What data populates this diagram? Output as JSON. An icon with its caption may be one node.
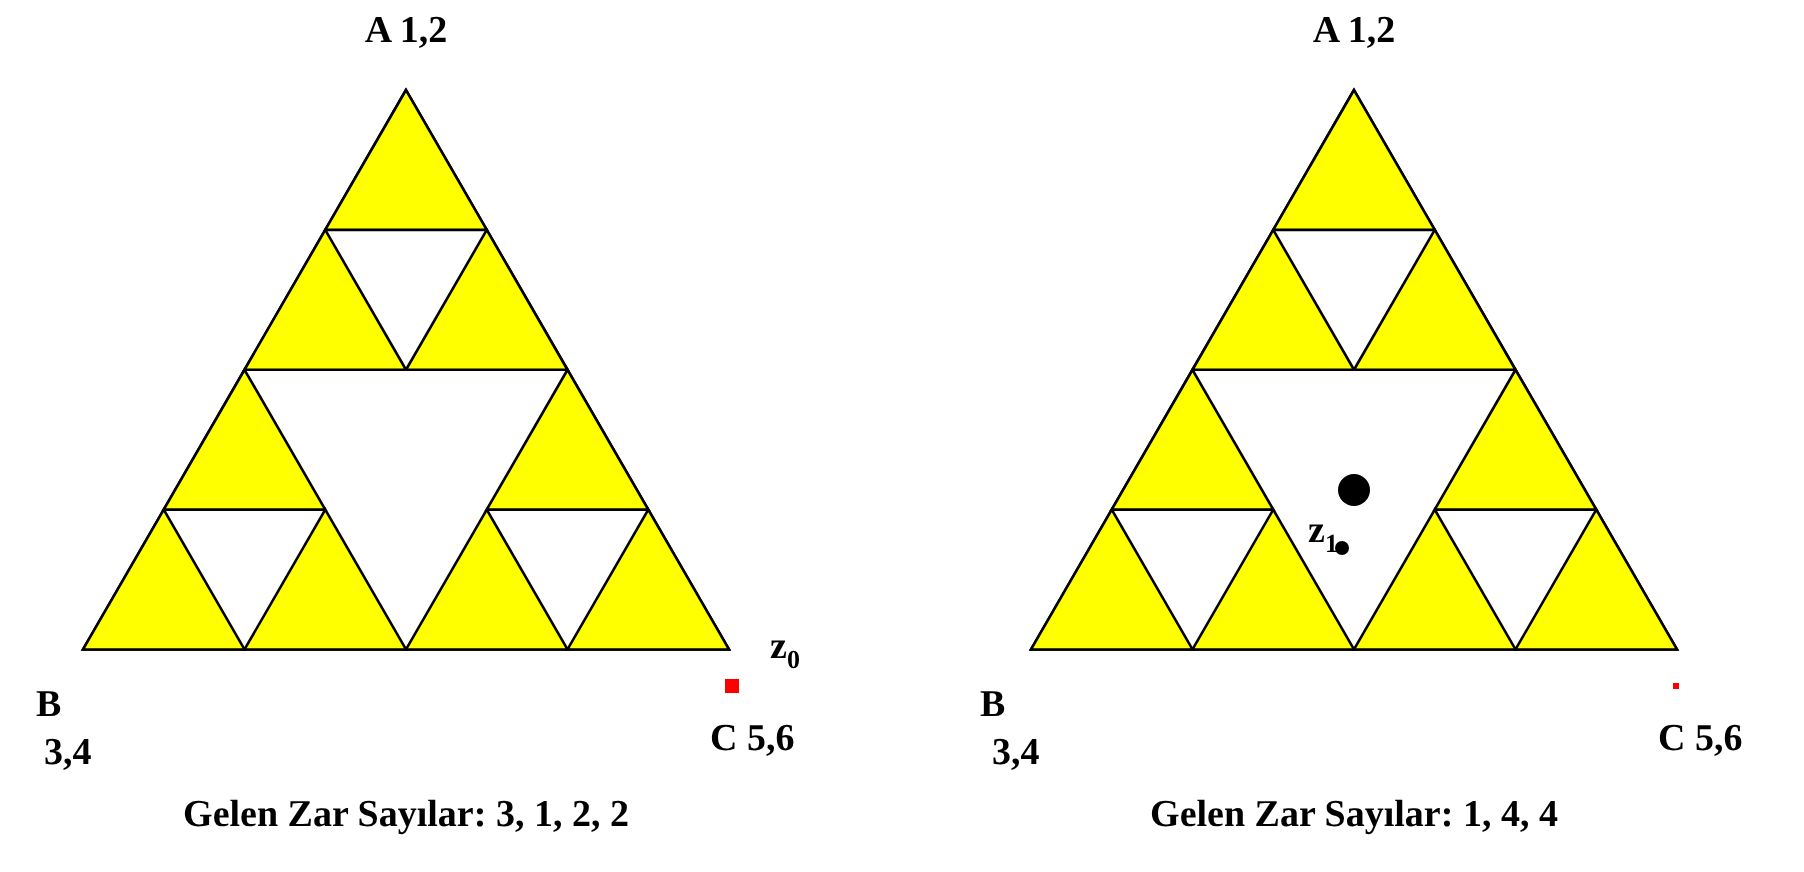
{
  "diagram": {
    "labels": [
      "A 1,2",
      "A 1,2",
      "z$_{0}$",
      "B",
      "C  5,6",
      "B",
      "C  5,6",
      "3,4",
      "3,4",
      "z$_{1}$",
      "Gelen Zar Sayılar: 3, 1, 2, 2",
      "Gelen Zar Sayılar: 1, 4, 4"
    ]
  }
}
